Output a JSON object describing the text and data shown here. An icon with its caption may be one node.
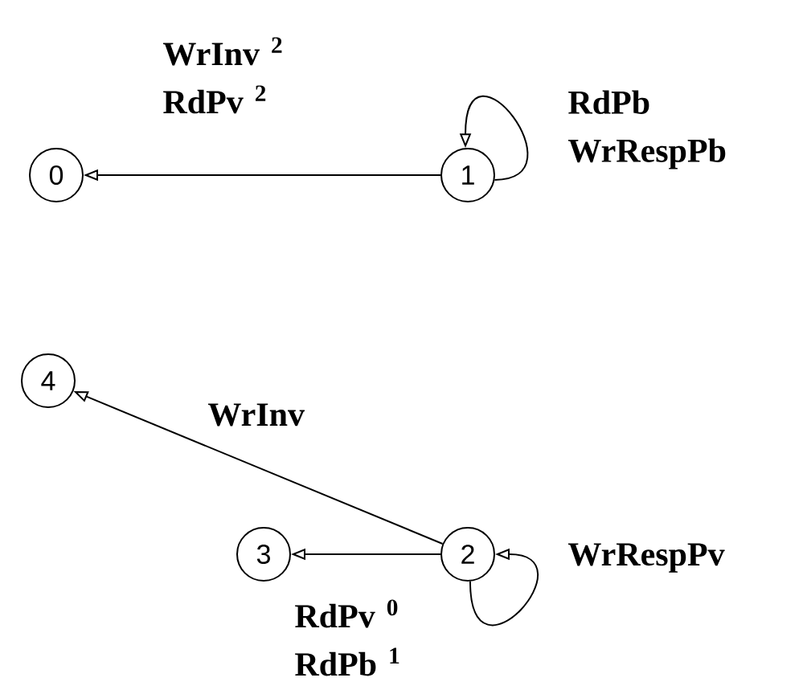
{
  "diagram": {
    "nodes": [
      {
        "text": [
          "0"
        ]
      },
      {
        "text": [
          "1"
        ]
      },
      {
        "text": [
          "2"
        ]
      },
      {
        "text": [
          "3"
        ]
      },
      {
        "text": [
          "4"
        ]
      }
    ],
    "edges": [
      {
        "from": 1,
        "to": 0,
        "arrow": "to",
        "label": "WrInv $^{2}$ RdPv $^{2}$"
      },
      {
        "from": 1,
        "to": 1,
        "arrow": "to",
        "label": "RdPb WrRespPb"
      },
      {
        "from": 2,
        "to": 4,
        "arrow": "to",
        "label": "WrInv"
      },
      {
        "from": 2,
        "to": 3,
        "arrow": "to",
        "label": "RdPv $^{0}$ RdPb $^{1}$"
      },
      {
        "from": 2,
        "to": 2,
        "arrow": "to",
        "label": "WrRespPv"
      }
    ]
  }
}
